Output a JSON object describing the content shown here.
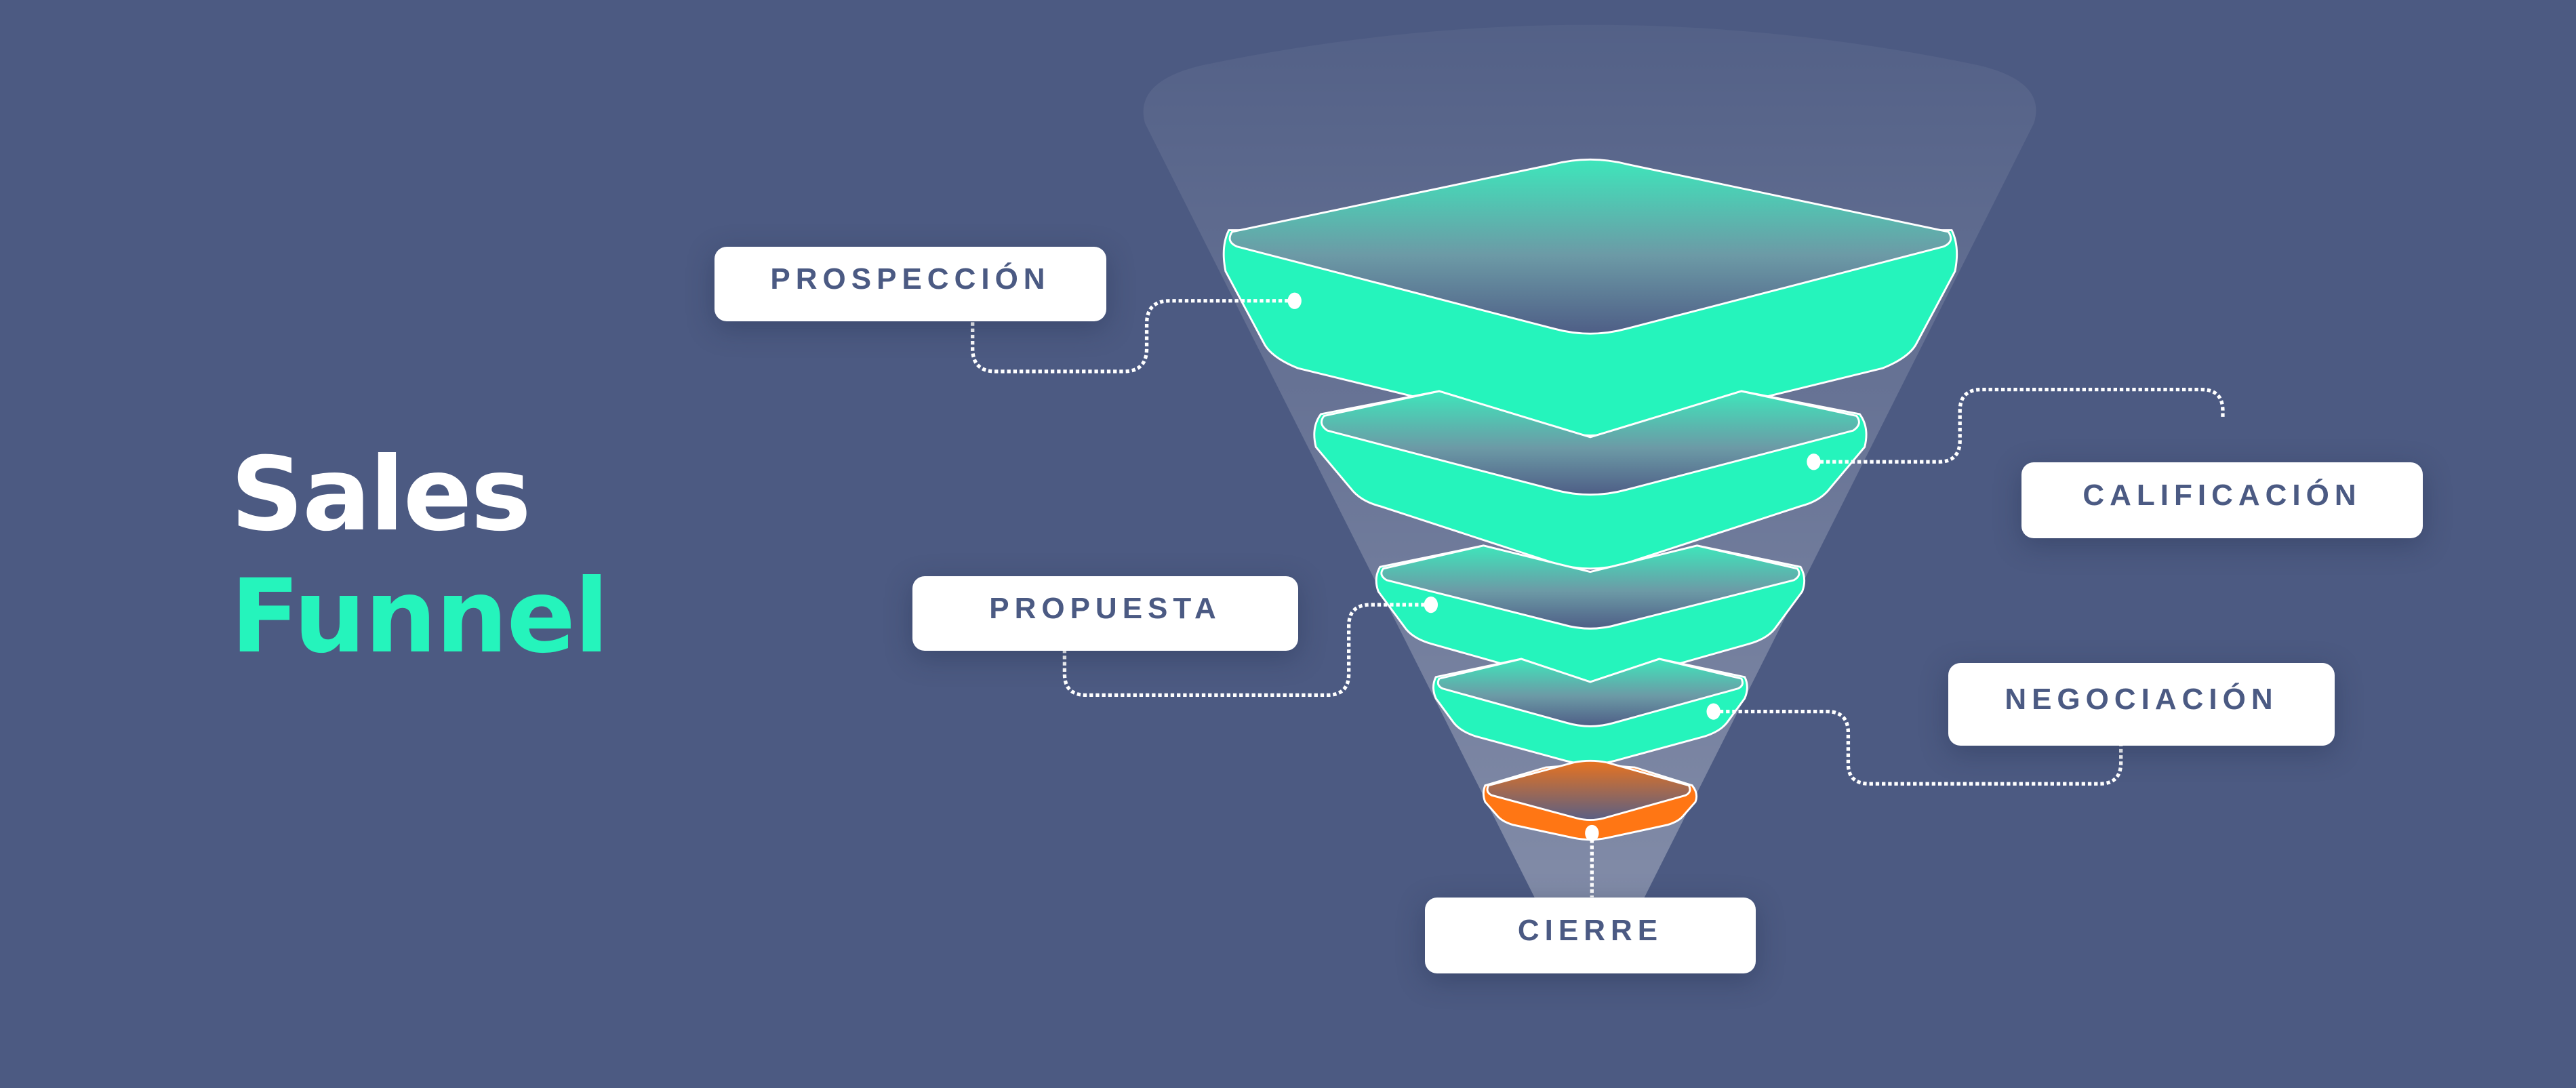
{
  "title": {
    "line1": "Sales",
    "line2": "Funnel"
  },
  "colors": {
    "background": "#4c5a82",
    "stage_fill": "#25f4bc",
    "final_stage_fill": "#ff7614",
    "label_text": "#4b5a83",
    "title_accent": "#25f4bc"
  },
  "stages": [
    {
      "id": "prospeccion",
      "label": "PROSPECCIÓN",
      "color": "#25f4bc"
    },
    {
      "id": "calificacion",
      "label": "CALIFICACIÓN",
      "color": "#25f4bc"
    },
    {
      "id": "propuesta",
      "label": "PROPUESTA",
      "color": "#25f4bc"
    },
    {
      "id": "negociacion",
      "label": "NEGOCIACIÓN",
      "color": "#25f4bc"
    },
    {
      "id": "cierre",
      "label": "CIERRE",
      "color": "#ff7614"
    }
  ]
}
